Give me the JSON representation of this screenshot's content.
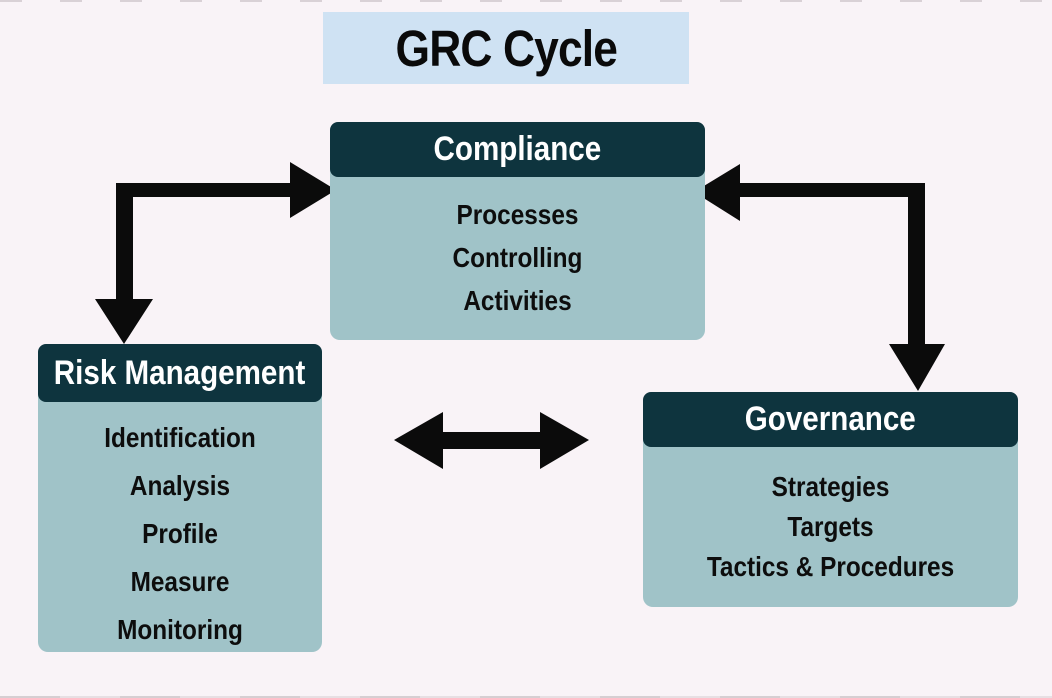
{
  "diagram": {
    "title": "GRC Cycle"
  },
  "boxes": [
    {
      "id": "compliance",
      "title": "Compliance",
      "items": [
        "Processes",
        "Controlling",
        "Activities"
      ]
    },
    {
      "id": "risk-management",
      "title": "Risk Management",
      "items": [
        "Identification",
        "Analysis",
        "Profile",
        "Measure",
        "Monitoring"
      ]
    },
    {
      "id": "governance",
      "title": "Governance",
      "items": [
        "Strategies",
        "Targets",
        "Tactics & Procedures"
      ]
    }
  ],
  "arrows": [
    {
      "name": "arrow-risk-to-compliance",
      "type": "elbow-double-head",
      "between": [
        "Risk Management",
        "Compliance"
      ],
      "heads": [
        "right-into-compliance-left",
        "down-into-risk-management-top"
      ]
    },
    {
      "name": "arrow-compliance-to-governance",
      "type": "elbow-double-head",
      "between": [
        "Compliance",
        "Governance"
      ],
      "heads": [
        "left-into-compliance-right",
        "down-into-governance-top"
      ]
    },
    {
      "name": "arrow-risk-governance-bidirectional",
      "type": "horizontal-double-head",
      "between": [
        "Risk Management",
        "Governance"
      ]
    }
  ],
  "colors": {
    "background": "#f9f3f7",
    "title_box_bg": "#cfe2f3",
    "title_text": "#0a0a0a",
    "box_header_bg": "#0e343e",
    "box_header_text": "#ffffff",
    "box_body_bg": "#a0c3c8",
    "box_item_text": "#0d0d0d",
    "arrow": "#0b0b0b"
  }
}
